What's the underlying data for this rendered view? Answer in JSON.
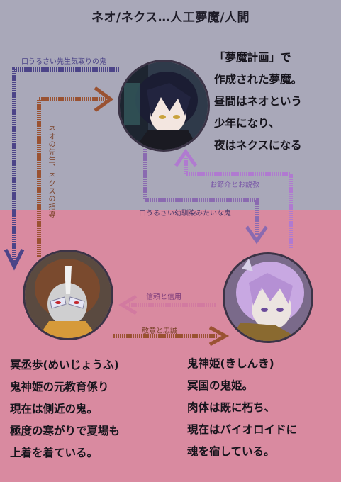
{
  "title": "ネオ/ネクス…人工夢魔/人間",
  "neo_desc": [
    "「夢魔計画」で",
    "作成された夢魔。",
    "昼間はネオという",
    "少年になり、",
    "夜はネクスになる"
  ],
  "mei_desc": [
    "冥丞歩(めいじょうふ)",
    "鬼神姫の元教育係り",
    "現在は側近の鬼。",
    "極度の寒がりで夏場も",
    "上着を着ている。"
  ],
  "kishin_desc": [
    "鬼神姫(きしんき)",
    "冥国の鬼姫。",
    "肉体は既に朽ち、",
    "現在はバイオロイドに",
    "魂を宿している。"
  ],
  "labels": {
    "mei_to_neo": "口うるさい先生気取りの鬼",
    "neo_to_mei": "ネオの先生、ネクスの指導",
    "kishin_to_neo": "お節介とお説教",
    "neo_to_kishin": "口うるさい幼馴染みたいな鬼",
    "kishin_to_mei": "信頼と信用",
    "mei_to_kishin": "敬意と忠誠"
  },
  "colors": {
    "top_bg": "#a9a8b9",
    "bottom_bg": "#d98aa0",
    "blue_arrow": "#4c4488",
    "brown_arrow": "#9a5232",
    "purple_arrow": "#8a6ab0",
    "pink_arrow": "#d27aa0"
  },
  "icons": {
    "neo": "neo-portrait-icon",
    "mei": "mei-portrait-icon",
    "kishin": "kishin-portrait-icon"
  }
}
